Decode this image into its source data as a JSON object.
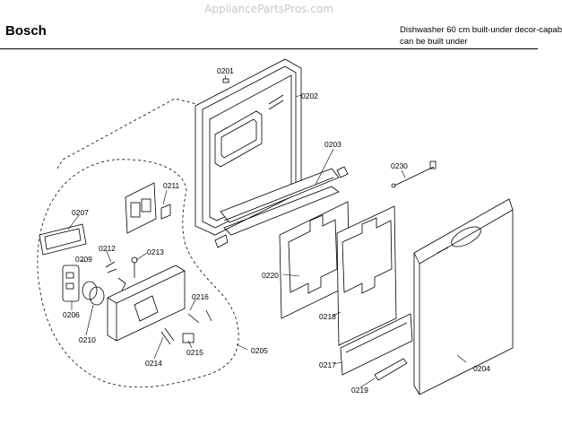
{
  "watermark": "AppliancePartsPros.com",
  "header": {
    "brand": "Bosch",
    "description_line1": "Dishwasher 60 cm built-under decor-capab",
    "description_line2": "can be built under"
  },
  "parts": [
    {
      "id": "0201",
      "label": "0201"
    },
    {
      "id": "0202",
      "label": "0202"
    },
    {
      "id": "0203",
      "label": "0203"
    },
    {
      "id": "0204",
      "label": "0204"
    },
    {
      "id": "0205",
      "label": "0205"
    },
    {
      "id": "0206",
      "label": "0206"
    },
    {
      "id": "0207",
      "label": "0207"
    },
    {
      "id": "0209",
      "label": "0209"
    },
    {
      "id": "0210",
      "label": "0210"
    },
    {
      "id": "0211",
      "label": "0211"
    },
    {
      "id": "0212",
      "label": "0212"
    },
    {
      "id": "0213",
      "label": "0213"
    },
    {
      "id": "0214",
      "label": "0214"
    },
    {
      "id": "0215",
      "label": "0215"
    },
    {
      "id": "0216",
      "label": "0216"
    },
    {
      "id": "0217",
      "label": "0217"
    },
    {
      "id": "0218",
      "label": "0218"
    },
    {
      "id": "0219",
      "label": "0219"
    },
    {
      "id": "0220",
      "label": "0220"
    },
    {
      "id": "0230",
      "label": "0230"
    }
  ]
}
